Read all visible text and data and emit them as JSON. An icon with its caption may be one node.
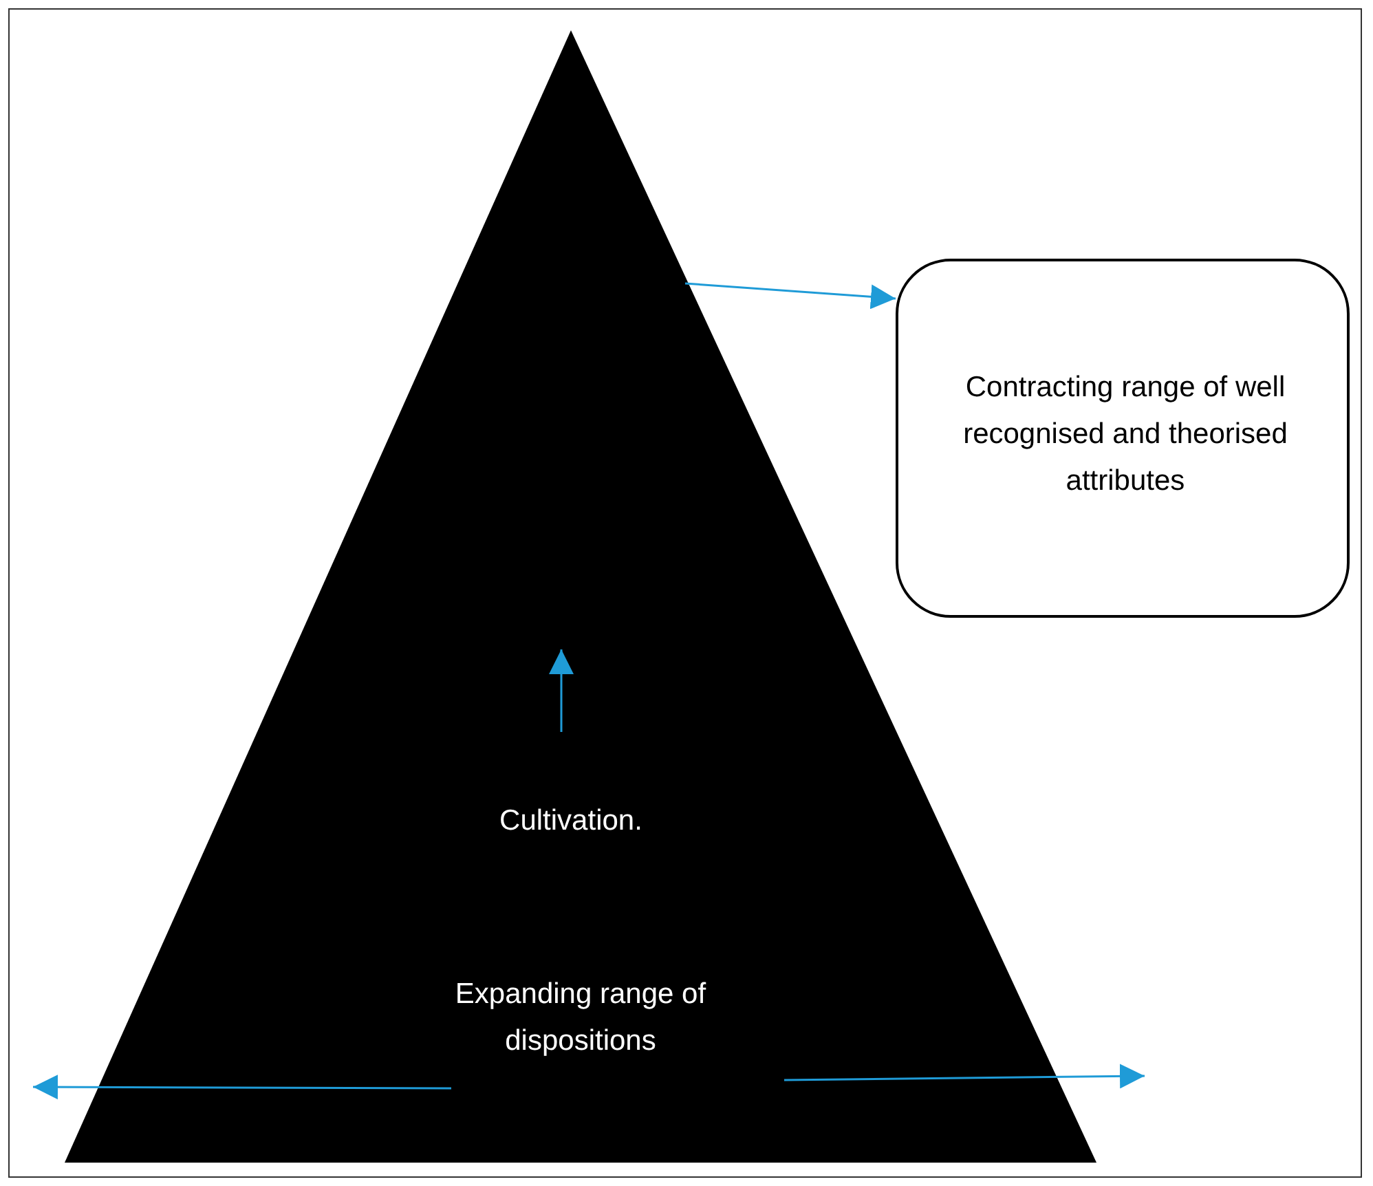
{
  "diagram": {
    "nodes": [
      {
        "text": [
          "Cultivation.",
          "Expanding range of dispositions"
        ]
      },
      {
        "text": [
          "Contracting range of well recognised and theorised attributes"
        ]
      }
    ],
    "edges": [
      {
        "from": 0,
        "to": 1,
        "arrow": "to"
      }
    ]
  }
}
